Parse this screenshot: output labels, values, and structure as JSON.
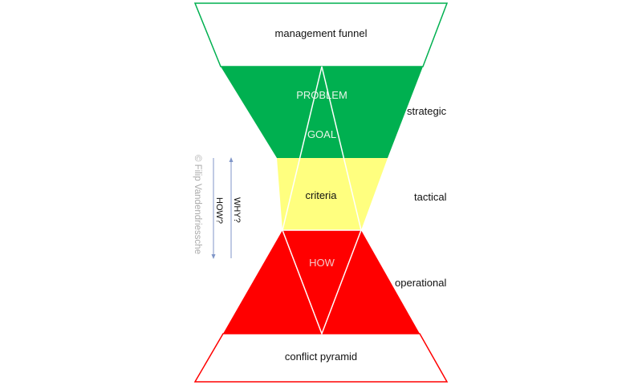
{
  "top_label": "management funnel",
  "bottom_label": "conflict pyramid",
  "inner": {
    "problem": "PROBLEM",
    "goal": "GOAL",
    "criteria": "criteria",
    "how": "HOW"
  },
  "levels": {
    "strategic": "strategic",
    "tactical": "tactical",
    "operational": "operational"
  },
  "arrows": {
    "why": "WHY?",
    "how": "HOW?"
  },
  "copyright": "© Filip Vandendriessche",
  "colors": {
    "green": "#00b050",
    "yellow": "#ffff7f",
    "red": "#ff0000",
    "arrow": "#8096c8",
    "outline_green": "#00b050",
    "outline_red": "#ff0000"
  }
}
